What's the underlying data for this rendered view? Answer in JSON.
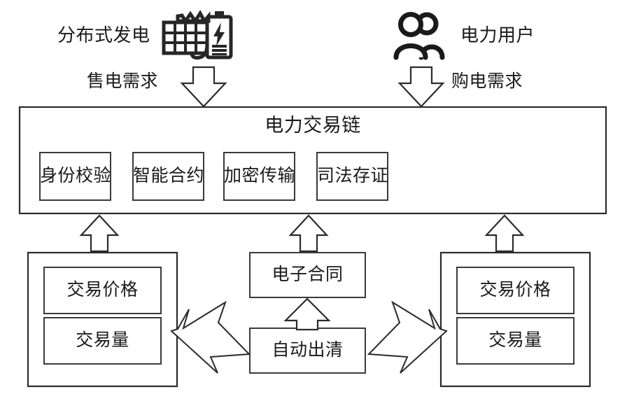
{
  "diagram": {
    "title": "电力交易链",
    "type": "blockchain-power-trading-architecture"
  },
  "actors": {
    "left": {
      "label": "分布式发电",
      "icon": "solar-panel-battery-icon"
    },
    "right": {
      "label": "电力用户",
      "icon": "users-icon"
    }
  },
  "flows": {
    "sell": {
      "label": "售电需求",
      "icon": "arrow-down-icon"
    },
    "buy": {
      "label": "购电需求",
      "icon": "arrow-down-icon"
    }
  },
  "chain": {
    "title": "电力交易链",
    "modules": [
      {
        "label": "身份校验"
      },
      {
        "label": "智能合约"
      },
      {
        "label": "加密传输"
      },
      {
        "label": "司法存证"
      }
    ]
  },
  "bidding": {
    "left_group": {
      "items": [
        {
          "label": "交易价格"
        },
        {
          "label": "交易量"
        }
      ]
    },
    "right_group": {
      "items": [
        {
          "label": "交易价格"
        },
        {
          "label": "交易量"
        }
      ]
    }
  },
  "center": {
    "contract": {
      "label": "电子合同"
    },
    "clearing": {
      "label": "自动出清"
    }
  },
  "connectors": {
    "left_group_to_chain": "arrow-up-icon",
    "contract_to_chain": "arrow-up-icon",
    "right_group_to_chain": "arrow-up-icon",
    "clearing_to_contract": "arrow-up-icon",
    "left_group_to_clearing": "double-head-zigzag-arrow-right-icon",
    "right_group_to_clearing": "double-head-zigzag-arrow-left-icon"
  },
  "colors": {
    "stroke": "#2b2b2b",
    "text": "#1a1a1a",
    "background": "#ffffff",
    "icon": "#222222"
  }
}
